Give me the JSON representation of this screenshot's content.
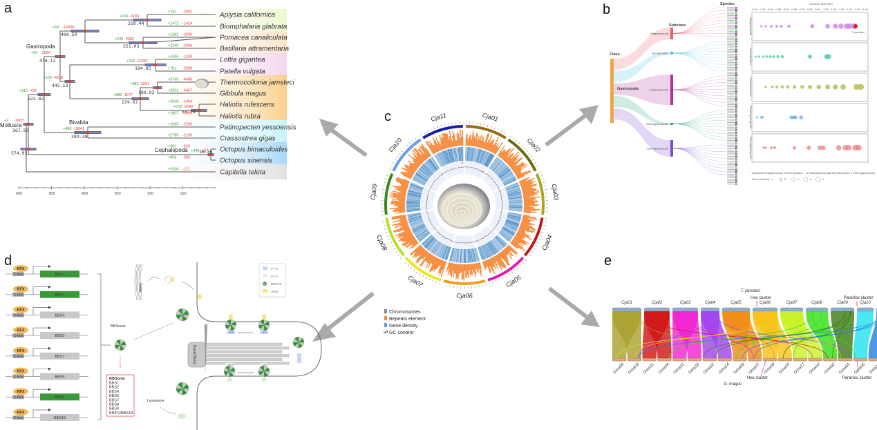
{
  "panels": {
    "a": {
      "label": "a",
      "title": "Phylogenetic tree with divergence times",
      "axis_ticks": [
        "600",
        "500",
        "400",
        "300",
        "200",
        "100"
      ],
      "clades": [
        "Gastropoda",
        "Mollusca",
        "Bivalvia",
        "Cephalopoda"
      ],
      "species": [
        {
          "name": "Aplysia californica",
          "gain": "+791",
          "loss": "-2802",
          "highlight": false
        },
        {
          "name": "Biomphalaria glabrata",
          "gain": "+1472",
          "loss": "-1424",
          "highlight": false
        },
        {
          "name": "Pomacea canaliculata",
          "gain": "+1181",
          "loss": "-2836",
          "highlight": false
        },
        {
          "name": "Batillaria attramentaria",
          "gain": "+2240",
          "loss": "-2456",
          "highlight": false
        },
        {
          "name": "Lottia gigantea",
          "gain": "+1585",
          "loss": "-1108",
          "highlight": false
        },
        {
          "name": "Patella vulgata",
          "gain": "+781",
          "loss": "-3288",
          "highlight": false
        },
        {
          "name": "Thermocollonia jamsteci",
          "gain": "+3765",
          "loss": "-4486",
          "highlight": true
        },
        {
          "name": "Gibbula magus",
          "gain": "+3201",
          "loss": "-4467",
          "highlight": false
        },
        {
          "name": "Haliotis rufescens",
          "gain": "+2008",
          "loss": "-1464",
          "highlight": false
        },
        {
          "name": "Haliotis rubra",
          "gain": "+1807",
          "loss": "-2355",
          "highlight": false
        },
        {
          "name": "Patinopecten yessoensis",
          "gain": "+1869",
          "loss": "-2296",
          "highlight": false
        },
        {
          "name": "Crassostrea gigas",
          "gain": "+2789",
          "loss": "-2199",
          "highlight": false
        },
        {
          "name": "Octopus bimaculoides",
          "gain": "+381",
          "loss": "-920",
          "highlight": false
        },
        {
          "name": "Octopus sinensis",
          "gain": "+858",
          "loss": "-503",
          "highlight": false
        },
        {
          "name": "Capitella teleta",
          "gain": "+2930",
          "loss": "-121",
          "highlight": false
        }
      ],
      "nodes": [
        {
          "age": "210.44",
          "gain": "+156",
          "loss": "-4184"
        },
        {
          "age": "400.59",
          "gain": "+59",
          "loss": "-13038"
        },
        {
          "age": "221.03",
          "gain": "+249",
          "loss": "-2682"
        },
        {
          "age": "478.12",
          "gain": "+64",
          "loss": "-3064"
        },
        {
          "age": "184.85",
          "gain": "+206",
          "loss": "-12287"
        },
        {
          "age": "445.13",
          "gain": "+102",
          "loss": "-4228"
        },
        {
          "age": "180.92",
          "gain": "+483",
          "loss": "-3291"
        },
        {
          "age": "229.67",
          "gain": "+980",
          "loss": "-1677"
        },
        {
          "age": "53.78",
          "gain": "+732",
          "loss": "-5549"
        },
        {
          "age": "522.02",
          "gain": "+113",
          "loss": "-732"
        },
        {
          "age": "567.93",
          "gain": "+2",
          "loss": "-1683"
        },
        {
          "age": "389.38",
          "gain": "+498",
          "loss": "-18041"
        },
        {
          "age": "16.36",
          "gain": "+246",
          "loss": "-197"
        },
        {
          "age": "574.95",
          "gain": "",
          "loss": ""
        }
      ]
    },
    "b": {
      "label": "b",
      "sankey": {
        "class_header": "Class",
        "subclass_header": "Subclass",
        "species_header": "Species",
        "class_node": "Gastropoda",
        "subclasses": [
          {
            "name": "Vetigastropoda",
            "color": "#e8606a"
          },
          {
            "name": "Neomphalina",
            "color": "#4fc3e8"
          },
          {
            "name": "Heterobranchia",
            "color": "#b0339a"
          },
          {
            "name": "Patellogastropoda",
            "color": "#2fa870"
          },
          {
            "name": "Caenogastropoda",
            "color": "#7a4fd0"
          }
        ]
      },
      "dotplot": {
        "title": "Genome Size (Gb)",
        "ticks": [
          "0.34",
          "0.42",
          "0.48",
          "0.55",
          "0.63",
          "0.69",
          "0.75",
          "0.81",
          "0.91",
          "1.00",
          "1.20",
          "1.54",
          "2.00",
          "2.60",
          "5.40"
        ],
        "rows": [
          "Vetigastropoda",
          "Neomphalina",
          "Heterobranchia",
          "Patellogastropoda",
          "Caenogastropoda"
        ],
        "highlight_label": "T. jamsteci",
        "legend_subclass_title": "Subclass",
        "legend_subclass": [
          "Vetigastropoda",
          "Neomphalina",
          "Patellogastropoda",
          "Heterobranchia",
          "Caenogastropoda"
        ],
        "legend_size_title": "GenomeSize",
        "legend_sizes": [
          "1",
          "2",
          "3",
          "4",
          "5"
        ]
      }
    },
    "c": {
      "label": "c",
      "chromosomes": [
        {
          "name": "Cja01",
          "color": "#9a6a10"
        },
        {
          "name": "Cja02",
          "color": "#6b6b10"
        },
        {
          "name": "Cja03",
          "color": "#a8a820"
        },
        {
          "name": "Cja04",
          "color": "#c01818"
        },
        {
          "name": "Cja05",
          "color": "#e81ab0"
        },
        {
          "name": "Cja06",
          "color": "#f0a020"
        },
        {
          "name": "Cja07",
          "color": "#e8e820"
        },
        {
          "name": "Cja08",
          "color": "#b8e020"
        },
        {
          "name": "Cja09",
          "color": "#3a8a1a"
        },
        {
          "name": "Cja10",
          "color": "#6a9ae8"
        },
        {
          "name": "Cja11",
          "color": "#1a1ab0"
        }
      ],
      "track_letters": [
        "a",
        "b",
        "c",
        "d"
      ],
      "legend": [
        {
          "label": "Chromosomes",
          "color": "#888888",
          "icon": "square"
        },
        {
          "label": "Repeats element",
          "color": "#f58a3a",
          "icon": "square"
        },
        {
          "label": "Gene density",
          "color": "#5aa0d8",
          "icon": "square"
        },
        {
          "label": "GC content",
          "color": "#333333",
          "icon": "line"
        }
      ]
    },
    "d": {
      "label": "d",
      "genes": [
        {
          "name": "BBS1",
          "green": true
        },
        {
          "name": "BBS2",
          "green": true
        },
        {
          "name": "BBS4",
          "green": false
        },
        {
          "name": "BBS5",
          "green": false
        },
        {
          "name": "BBS7",
          "green": false
        },
        {
          "name": "BBS8",
          "green": false
        },
        {
          "name": "BBS9",
          "green": true
        },
        {
          "name": "BBS18",
          "green": false
        }
      ],
      "rfx_label": "RFX",
      "xbox_label": "X-box",
      "bbsome_label": "BBSome",
      "bbsome_box": {
        "title": "BBSome",
        "members": [
          {
            "name": "BBS1",
            "green": true
          },
          {
            "name": "BBS2",
            "green": true
          },
          {
            "name": "BBS4",
            "green": false
          },
          {
            "name": "BBS5",
            "green": false
          },
          {
            "name": "BBS7",
            "green": false
          },
          {
            "name": "BBS8",
            "green": false
          },
          {
            "name": "BBS9",
            "green": true
          },
          {
            "name": "BBIP1/BBS18",
            "green": false
          }
        ]
      },
      "cell_labels": {
        "golgi": "Golgi",
        "basal_body": "Basal Body",
        "lysosome": "Lysosome",
        "ift": "IFT",
        "lift": "LIFT"
      },
      "legend": [
        "IFT-B",
        "IFT-A",
        "BBSome",
        "cargo"
      ]
    },
    "e": {
      "label": "e",
      "top_species": "T. jamsteci",
      "bottom_species": "G. magus",
      "top_chromosomes": [
        {
          "name": "Cja01",
          "color": "#a8a02a"
        },
        {
          "name": "Cja02",
          "color": "#d01010"
        },
        {
          "name": "Cja03",
          "color": "#f020d0"
        },
        {
          "name": "Cja04",
          "color": "#a040f0"
        },
        {
          "name": "Cja05",
          "color": "#f08a10"
        },
        {
          "name": "Cja06",
          "color": "#f8c010"
        },
        {
          "name": "Cja07",
          "color": "#c8f020"
        },
        {
          "name": "Cja08",
          "color": "#30e010"
        },
        {
          "name": "Cja09",
          "color": "#3a7a10"
        },
        {
          "name": "Cja10",
          "color": "#20e0f0"
        },
        {
          "name": "Cja11",
          "color": "#2080e0"
        }
      ],
      "bottom_chromosomes": [
        "Gma05",
        "Gma03",
        "Gma11",
        "Gma04",
        "Gma13",
        "Gma18",
        "Gma12",
        "Gma14",
        "Gma08",
        "Gma07",
        "Gma09",
        "Gma16",
        "Gma17",
        "Gma10",
        "Gma02",
        "Gma01",
        "Gma06",
        "Gma15"
      ],
      "annotations": {
        "hox_top": "Hox cluster",
        "parahox_top": "ParaHox cluster",
        "hox_bottom": "Hox cluster",
        "parahox_bottom": "ParaHox cluster"
      }
    }
  }
}
